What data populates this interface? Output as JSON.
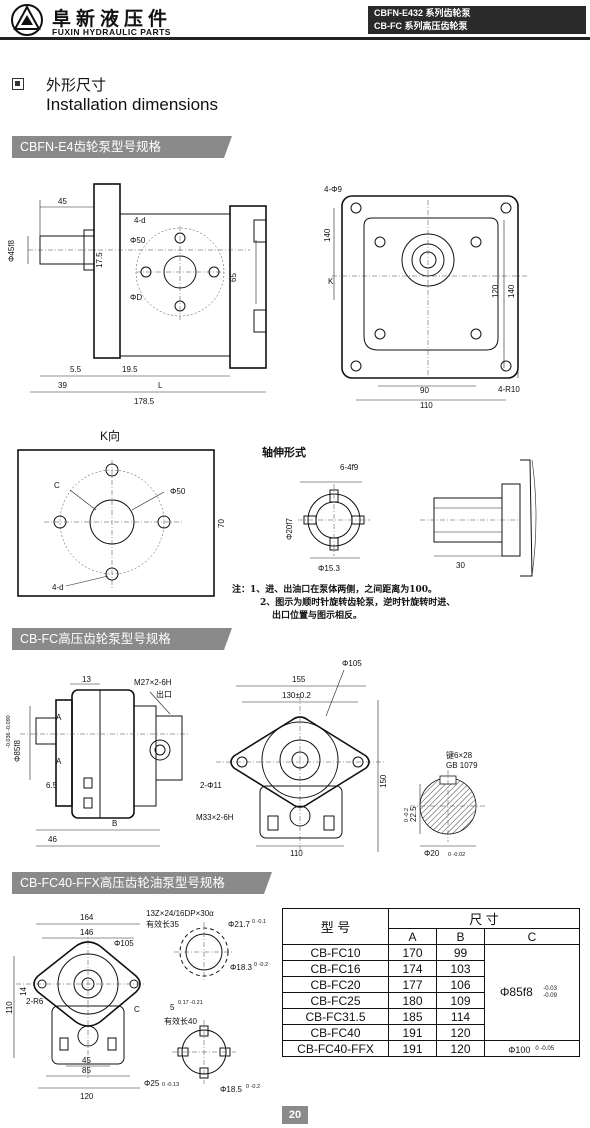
{
  "header": {
    "brand_cn": "阜新液压件",
    "brand_en": "FUXIN HYDRAULIC PARTS",
    "tag_line1": "CBFN-E432 系列齿轮泵",
    "tag_line2": "CB-FC 系列高压齿轮泵"
  },
  "section": {
    "title_cn": "外形尺寸",
    "title_en": "Installation dimensions"
  },
  "bars": {
    "bar1": "CBFN-E4齿轮泵型号规格",
    "bar2": "CB-FC高压齿轮泵型号规格",
    "bar3": "CB-FC40-FFX高压齿轮油泵型号规格"
  },
  "fig1": {
    "d45": "45",
    "d4d": "4-d",
    "d50": "Φ50",
    "d458": "Φ45f8",
    "d175": "17.5",
    "d65": "65",
    "dD": "ΦD",
    "d55": "5.5",
    "d195": "19.5",
    "d39": "39",
    "dL": "L",
    "d1785": "178.5"
  },
  "fig2": {
    "d4phi9": "4-Φ9",
    "d140a": "140",
    "dK": "K",
    "d120": "120",
    "d140b": "140",
    "d90": "90",
    "d110": "110",
    "d4r10": "4-R10"
  },
  "fig3": {
    "title": "K向",
    "dC": "C",
    "d50": "Φ50",
    "d70": "70",
    "d4d": "4-d"
  },
  "fig4": {
    "title": "轴伸形式",
    "d64f9": "6-4f9",
    "d20f7": "Φ20f7",
    "d153": "Φ15.3",
    "d30": "30"
  },
  "notes": {
    "line1": "注：1、进、出油口在泵体两侧，之间距离为100。",
    "line2": "2、图示为顺时针旋转齿轮泵，逆时针旋转时进、",
    "line3": "出口位置与图示相反。"
  },
  "fig5": {
    "d13": "13",
    "m27": "M27×2-6H",
    "outlet": "出口",
    "dA1": "A",
    "dA2": "A",
    "d858": "Φ85f8",
    "tol858": "-0.036 -0.090",
    "d65": "6.5",
    "d46": "46",
    "dB": "B"
  },
  "fig6": {
    "d155": "155",
    "d105": "Φ105",
    "d130": "130±0.2",
    "d2phi11": "2-Φ11",
    "d150": "150",
    "m33": "M33×2-6H",
    "d110": "110"
  },
  "fig7": {
    "key": "键6×28",
    "gb": "GB 1079",
    "d225": "22.5",
    "tol225": "0 -0.2",
    "d20": "Φ20",
    "tol20": "0 -0.02"
  },
  "fig8": {
    "d164": "164",
    "d146": "146",
    "d105": "Φ105",
    "d110": "110",
    "d14": "14",
    "d2r6": "2-R6",
    "dC": "C",
    "d45": "45",
    "d85": "85",
    "d120": "120"
  },
  "fig9": {
    "spline": "13Z×24/16DP×30α",
    "eff35": "有效长35",
    "d217": "Φ21.7",
    "tol217": "0 -0.1",
    "d183": "Φ18.3",
    "tol183": "0 -0.2",
    "d5": "5",
    "tol5": "0.17 -0.21",
    "eff40": "有效长40",
    "d25": "Φ25",
    "tol25": "0 -0.13",
    "d185": "Φ18.5",
    "tol185": "0 -0.2"
  },
  "table": {
    "col_model": "型 号",
    "col_dims": "尺 寸",
    "col_a": "A",
    "col_b": "B",
    "col_c": "C",
    "rows": [
      {
        "model": "CB-FC10",
        "a": "170",
        "b": "99"
      },
      {
        "model": "CB-FC16",
        "a": "174",
        "b": "103"
      },
      {
        "model": "CB-FC20",
        "a": "177",
        "b": "106"
      },
      {
        "model": "CB-FC25",
        "a": "180",
        "b": "109"
      },
      {
        "model": "CB-FC31.5",
        "a": "185",
        "b": "114"
      },
      {
        "model": "CB-FC40",
        "a": "191",
        "b": "120"
      },
      {
        "model": "CB-FC40-FFX",
        "a": "191",
        "b": "120"
      }
    ],
    "c_main": "Φ85f8",
    "c_main_tol": "-0.03 -0.09",
    "c_last": "Φ100",
    "c_last_tol": "0 -0.05"
  },
  "page_number": "20"
}
